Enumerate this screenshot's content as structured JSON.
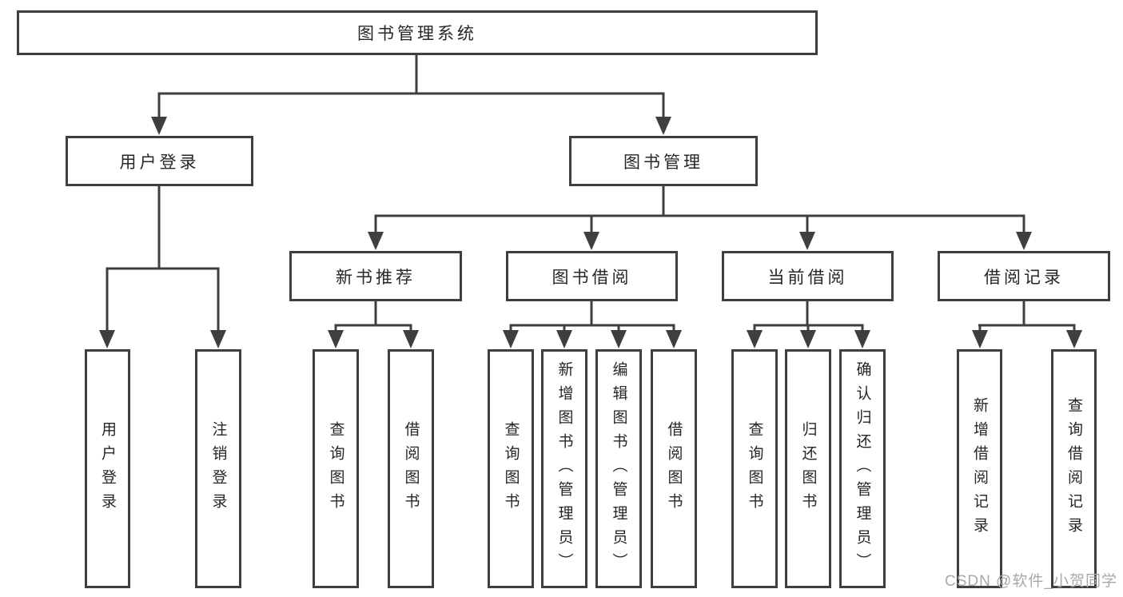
{
  "tree": {
    "root": {
      "label": "图书管理系统",
      "children": [
        {
          "label": "用户登录",
          "children": [
            {
              "label": "用户登录"
            },
            {
              "label": "注销登录"
            }
          ]
        },
        {
          "label": "图书管理",
          "children": [
            {
              "label": "新书推荐",
              "children": [
                {
                  "label": "查询图书"
                },
                {
                  "label": "借阅图书"
                }
              ]
            },
            {
              "label": "图书借阅",
              "children": [
                {
                  "label": "查询图书"
                },
                {
                  "label": "新增图书（管理员）"
                },
                {
                  "label": "编辑图书（管理员）"
                },
                {
                  "label": "借阅图书"
                }
              ]
            },
            {
              "label": "当前借阅",
              "children": [
                {
                  "label": "查询图书"
                },
                {
                  "label": "归还图书"
                },
                {
                  "label": "确认归还（管理员）"
                }
              ]
            },
            {
              "label": "借阅记录",
              "children": [
                {
                  "label": "新增借阅记录"
                },
                {
                  "label": "查询借阅记录"
                }
              ]
            }
          ]
        }
      ]
    }
  },
  "watermark": {
    "text": "CSDN @软件_小贺同学"
  },
  "colors": {
    "line": "#3f3f3f",
    "text": "#262626",
    "watermark": "#a9a9a9",
    "background": "#ffffff"
  }
}
